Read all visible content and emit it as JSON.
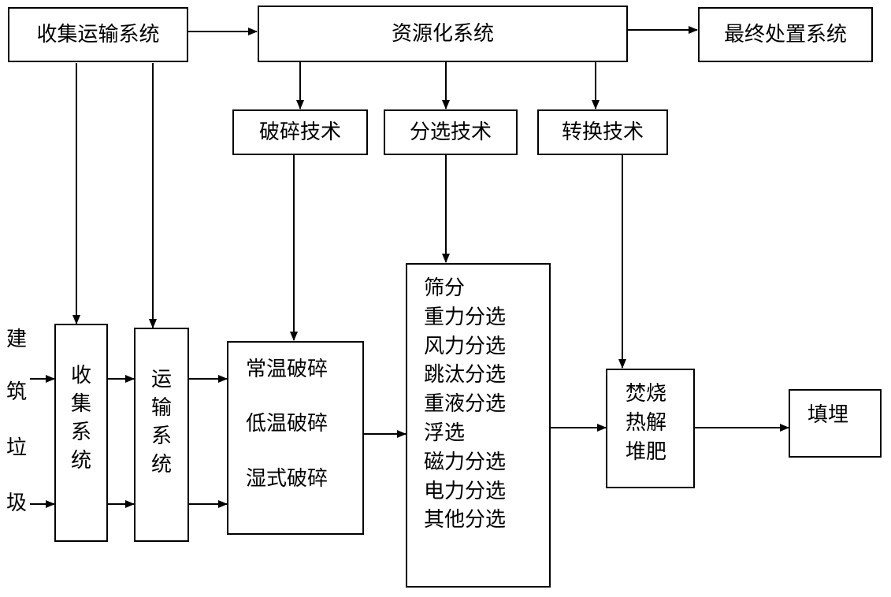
{
  "top_row": {
    "collect_transport": "收集运输系统",
    "resource": "资源化系统",
    "final_disposal": "最终处置系统"
  },
  "techniques": {
    "crushing": "破碎技术",
    "sorting": "分选技术",
    "conversion": "转换技术"
  },
  "input_label": [
    "建",
    "筑",
    "垃",
    "圾"
  ],
  "collection_system": [
    "收",
    "集",
    "系",
    "统"
  ],
  "transport_system": [
    "运",
    "输",
    "系",
    "统"
  ],
  "crushing_methods": [
    "常温破碎",
    "低温破碎",
    "湿式破碎"
  ],
  "sorting_methods": [
    "筛分",
    "重力分选",
    "风力分选",
    "跳汰分选",
    "重液分选",
    "浮选",
    "磁力分选",
    "电力分选",
    "其他分选"
  ],
  "conversion_methods": [
    "焚烧",
    "热解",
    "堆肥"
  ],
  "landfill": "填埋"
}
